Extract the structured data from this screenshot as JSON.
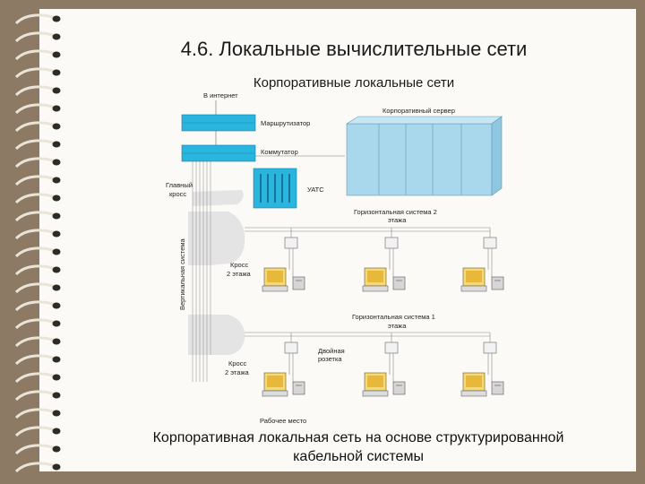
{
  "slide": {
    "title": "4.6. Локальные вычислительные сети",
    "subtitle": "Корпоративные локальные сети",
    "caption_line1": "Корпоративная локальная сеть на основе структурированной",
    "caption_line2": "кабельной системы"
  },
  "diagram": {
    "internet": "В интернет",
    "router": "Маршрутизатор",
    "switch": "Коммутатор",
    "server": "Корпоративный сервер",
    "main_cross_1": "Главный",
    "main_cross_2": "кросс",
    "pbx": "УАТС",
    "vertical": "Вертикальная система",
    "horizontal2_1": "Горизонтальная система 2",
    "horizontal2_2": "этажа",
    "cross2_1": "Кросс",
    "cross2_2": "2 этажа",
    "horizontal1_1": "Горизонтальная система 1",
    "horizontal1_2": "этажа",
    "dual_outlet_1": "Двойная",
    "dual_outlet_2": "розетка",
    "cross1_1": "Кросс",
    "cross1_2": "2 этажа",
    "workplace": "Рабочее место"
  },
  "colors": {
    "device": "#29b5de",
    "server": "#a9d8ec",
    "cross_zone": "#e3e3e3",
    "background": "#8c7a65"
  }
}
